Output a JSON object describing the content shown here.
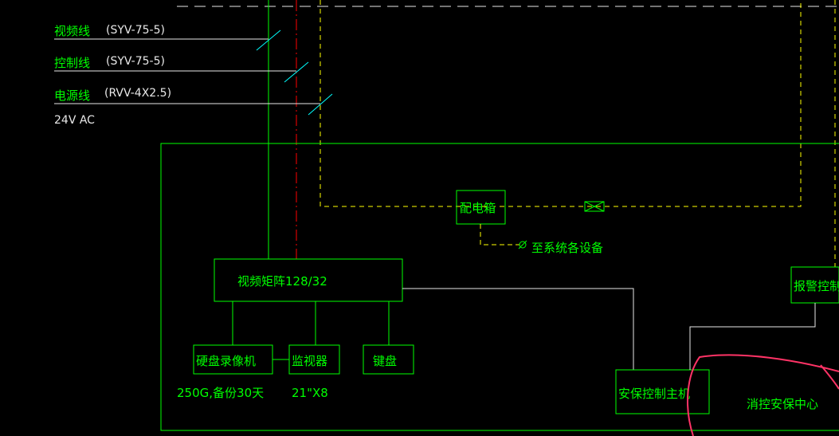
{
  "legend": {
    "video_line": {
      "label": "视频线",
      "spec": "(SYV-75-5)"
    },
    "control_line": {
      "label": "控制线",
      "spec": "(SYV-75-5)"
    },
    "power_line": {
      "label": "电源线",
      "spec": "(RVV-4X2.5)"
    },
    "power_note": "24V AC"
  },
  "boxes": {
    "distribution_box": "配电箱",
    "to_equipment": "至系统各设备",
    "video_matrix": "视频矩阵128/32",
    "dvr": "硬盘录像机",
    "monitor": "监视器",
    "keyboard": "键盘",
    "security_host": "安保控制主机",
    "alarm_controller": "报警控制器"
  },
  "notes": {
    "dvr_spec": "250G,备份30天",
    "monitor_spec": "21\"X8",
    "room": "消控安保中心"
  },
  "colors": {
    "green": "#00ff00",
    "cyan": "#00ffff",
    "yellow": "#ffff00",
    "red": "#ff0000",
    "pink": "#ff3366",
    "white": "#e8e8e8"
  }
}
